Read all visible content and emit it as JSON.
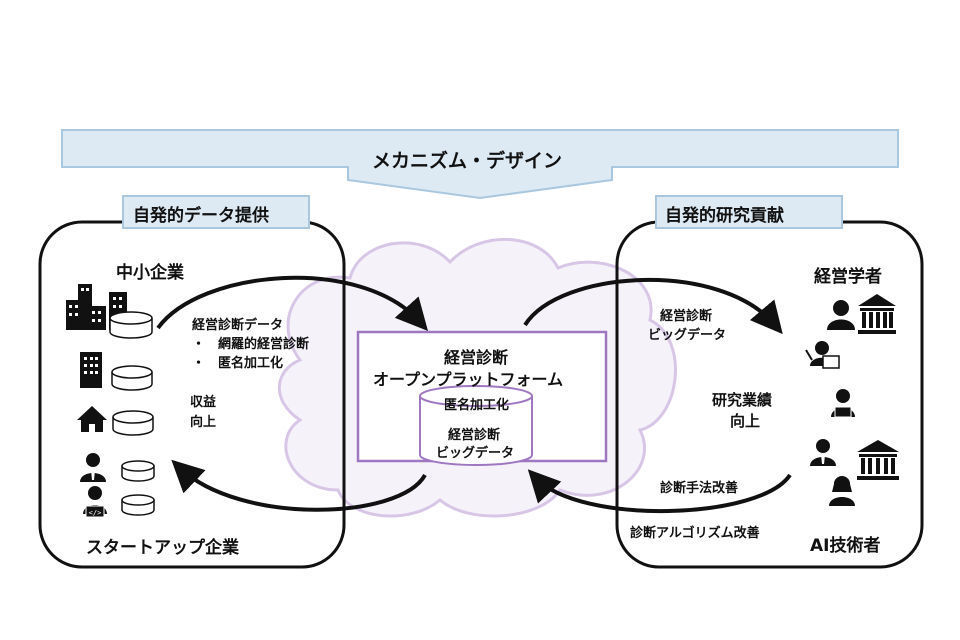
{
  "banner": {
    "title": "メカニズム・デザイン",
    "fill": "#dde9f3",
    "stroke": "#a9c8e0"
  },
  "left_panel": {
    "tag": "自発的データ提供",
    "top_label": "中小企業",
    "bottom_label": "スタートアップ企業",
    "flow_title": "経営診断データ",
    "flow_bullets": [
      "・　網羅的経営診断",
      "・　匿名加工化"
    ],
    "return_line1": "収益",
    "return_line2": "向上",
    "icons": [
      "buildings-icon",
      "office-building-icon",
      "house-icon",
      "business-person-icon",
      "developer-laptop-icon"
    ]
  },
  "right_panel": {
    "tag": "自発的研究貢献",
    "top_label": "経営学者",
    "bottom_label": "AI技術者",
    "in_line1": "経営診断",
    "in_line2": "ビッグデータ",
    "mid_line1": "研究業績",
    "mid_line2": "向上",
    "out_label": "診断手法改善",
    "out_label2": "診断アルゴリズム改善",
    "icons": [
      "scholar-icon",
      "university-icon",
      "presenter-icon",
      "developer-icon",
      "business-person-icon",
      "university-icon",
      "woman-icon"
    ]
  },
  "center": {
    "title_line1": "経営診断",
    "title_line2": "オープンプラットフォーム",
    "db_top": "匿名加工化",
    "db_line1": "経営診断",
    "db_line2": "ビッグデータ",
    "cloud_fill": "#f6f2fa",
    "cloud_stroke": "#d8c6e6",
    "platform_stroke": "#9e77c0"
  }
}
